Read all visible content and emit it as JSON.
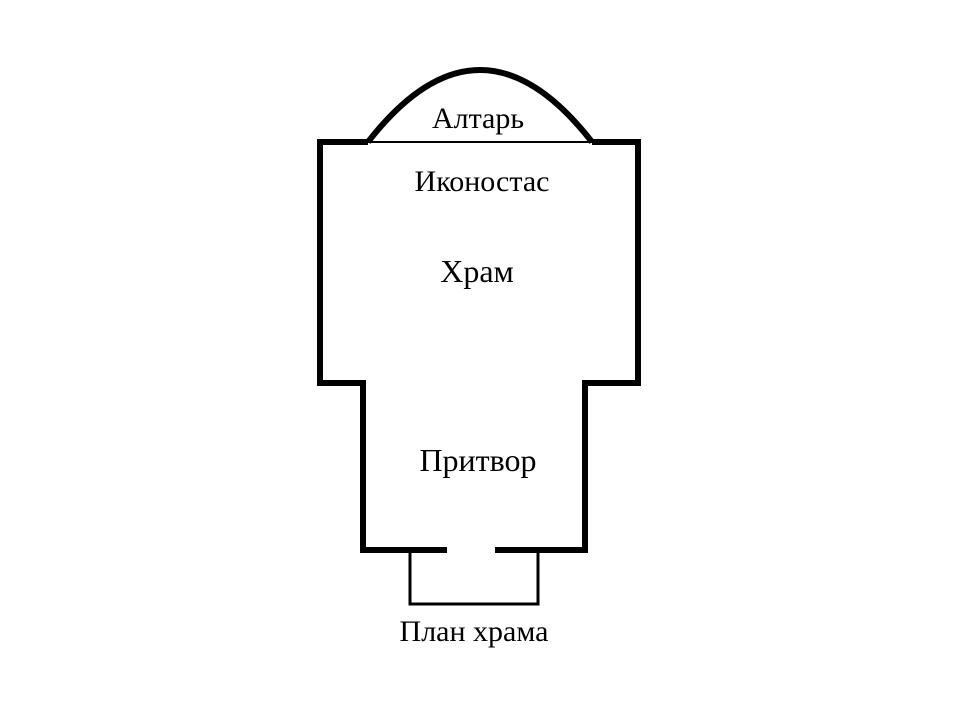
{
  "diagram": {
    "title": "План храма",
    "rooms": {
      "altar": "Алтарь",
      "iconostasis": "Иконостас",
      "nave": "Храм",
      "narthex": "Притвор"
    },
    "colors": {
      "stroke": "#000000",
      "background": "#ffffff"
    }
  }
}
